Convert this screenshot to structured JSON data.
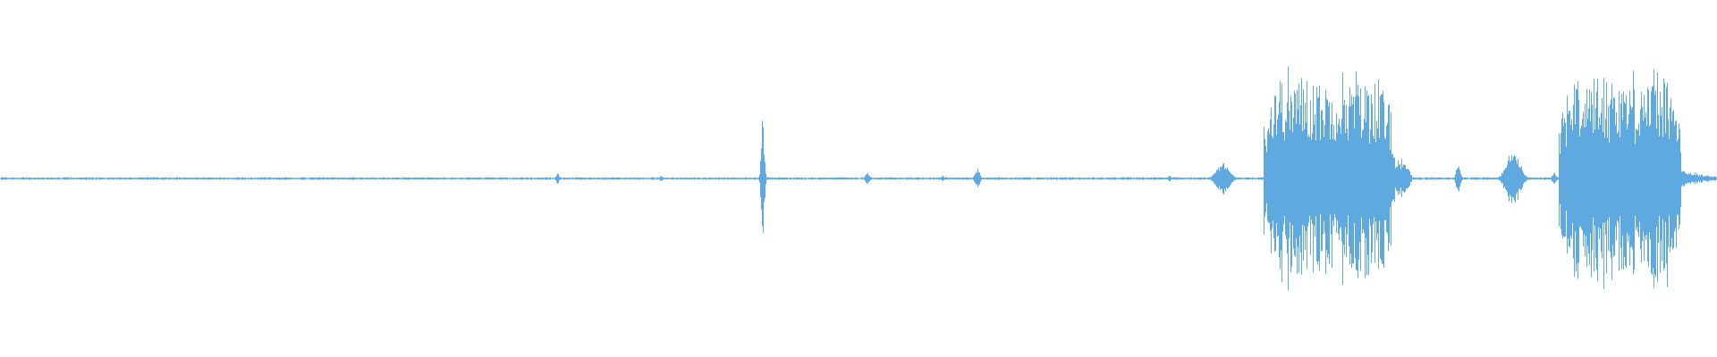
{
  "waveform": {
    "color": "#5DA9E0",
    "background": "#FFFFFF",
    "amplitude_scale": 1.0,
    "baseline_noise": 0.012,
    "events": [
      {
        "kind": "blip",
        "center": 0.3245,
        "width": 0.0012,
        "amplitude": 0.05
      },
      {
        "kind": "blip",
        "center": 0.385,
        "width": 0.001,
        "amplitude": 0.03
      },
      {
        "kind": "click",
        "center": 0.444,
        "width": 0.0012,
        "amplitude": 0.55
      },
      {
        "kind": "blip",
        "center": 0.505,
        "width": 0.0015,
        "amplitude": 0.06
      },
      {
        "kind": "blip",
        "center": 0.549,
        "width": 0.001,
        "amplitude": 0.03
      },
      {
        "kind": "blip",
        "center": 0.569,
        "width": 0.0018,
        "amplitude": 0.09
      },
      {
        "kind": "blip",
        "center": 0.681,
        "width": 0.001,
        "amplitude": 0.04
      },
      {
        "kind": "blip",
        "center": 0.712,
        "width": 0.005,
        "amplitude": 0.14
      },
      {
        "kind": "burst",
        "start": 0.736,
        "end": 0.811,
        "amplitude": 0.97
      },
      {
        "kind": "tail",
        "start": 0.811,
        "end": 0.822,
        "amplitude": 0.28
      },
      {
        "kind": "blip",
        "center": 0.849,
        "width": 0.0015,
        "amplitude": 0.17
      },
      {
        "kind": "blip",
        "center": 0.881,
        "width": 0.005,
        "amplitude": 0.28
      },
      {
        "kind": "blip",
        "center": 0.905,
        "width": 0.0015,
        "amplitude": 0.06
      },
      {
        "kind": "burst",
        "start": 0.908,
        "end": 0.979,
        "amplitude": 0.98
      },
      {
        "kind": "tail",
        "start": 0.979,
        "end": 1.0,
        "amplitude": 0.08
      }
    ]
  }
}
